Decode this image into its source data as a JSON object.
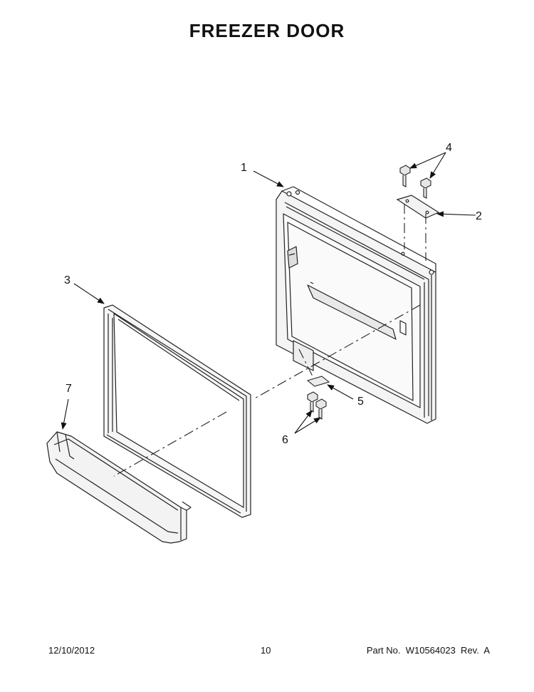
{
  "title": "FREEZER DOOR",
  "callouts": {
    "c1": "1",
    "c2": "2",
    "c3": "3",
    "c4": "4",
    "c5": "5",
    "c6": "6",
    "c7": "7"
  },
  "footer": {
    "date": "12/10/2012",
    "page": "10",
    "part": "Part No.  W10564023  Rev.  A"
  }
}
